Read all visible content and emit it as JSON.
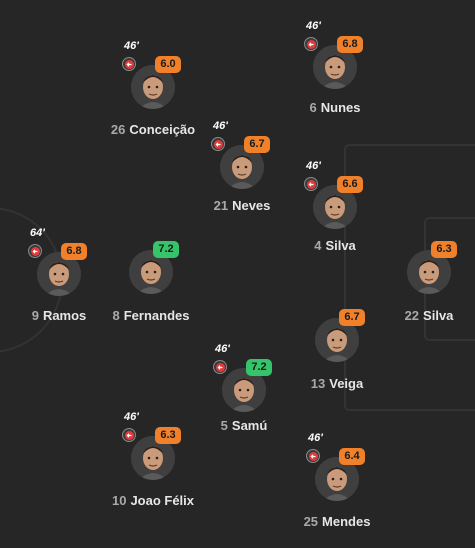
{
  "players": [
    {
      "number": "26",
      "name": "Conceição",
      "rating": "6.0",
      "rating_color": "#f0802a",
      "sub_time": "46'",
      "subbed": true
    },
    {
      "number": "6",
      "name": "Nunes",
      "rating": "6.8",
      "rating_color": "#f0802a",
      "sub_time": "46'",
      "subbed": true
    },
    {
      "number": "21",
      "name": "Neves",
      "rating": "6.7",
      "rating_color": "#f0802a",
      "sub_time": "46'",
      "subbed": true
    },
    {
      "number": "4",
      "name": "Silva",
      "rating": "6.6",
      "rating_color": "#f0802a",
      "sub_time": "46'",
      "subbed": true
    },
    {
      "number": "9",
      "name": "Ramos",
      "rating": "6.8",
      "rating_color": "#f0802a",
      "sub_time": "64'",
      "subbed": true
    },
    {
      "number": "8",
      "name": "Fernandes",
      "rating": "7.2",
      "rating_color": "#36c46b",
      "sub_time": "",
      "subbed": false
    },
    {
      "number": "22",
      "name": "Silva",
      "rating": "6.3",
      "rating_color": "#f0802a",
      "sub_time": "",
      "subbed": false
    },
    {
      "number": "13",
      "name": "Veiga",
      "rating": "6.7",
      "rating_color": "#f0802a",
      "sub_time": "",
      "subbed": false
    },
    {
      "number": "5",
      "name": "Samú",
      "rating": "7.2",
      "rating_color": "#36c46b",
      "sub_time": "46'",
      "subbed": true
    },
    {
      "number": "10",
      "name": "Joao Félix",
      "rating": "6.3",
      "rating_color": "#f0802a",
      "sub_time": "46'",
      "subbed": true
    },
    {
      "number": "25",
      "name": "Mendes",
      "rating": "6.4",
      "rating_color": "#f0802a",
      "sub_time": "46'",
      "subbed": true
    }
  ],
  "icons": {
    "sub": "sub-off-arrow-icon",
    "avatar": "player-avatar-icon"
  }
}
